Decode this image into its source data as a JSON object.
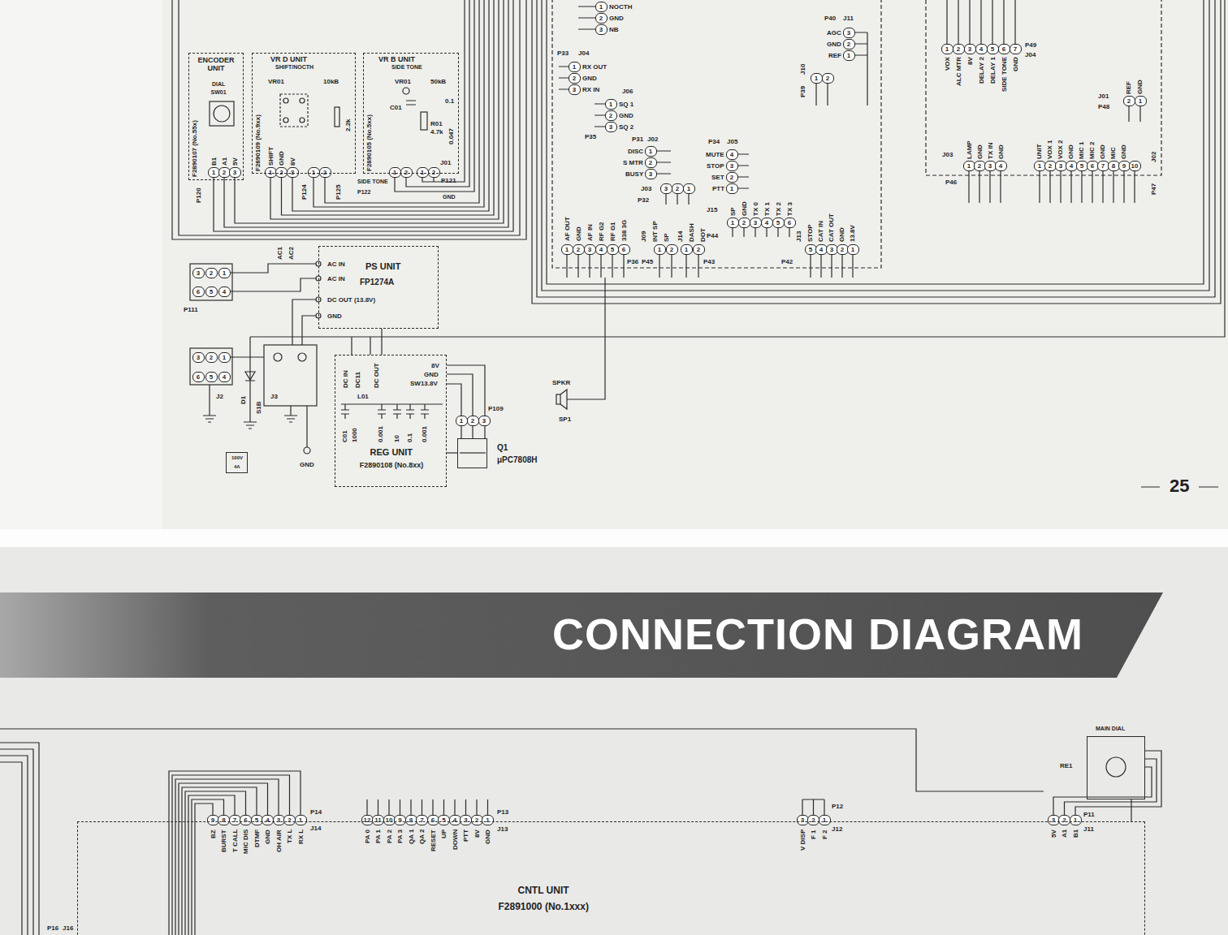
{
  "diagram": {
    "nodes": [
      {
        "text": [
          "ENCODER UNIT",
          "DIAL",
          "SW01",
          "F2890107 (No.55x)"
        ]
      },
      {
        "text": [
          "VR D UNIT",
          "SHIFT/NOCTH",
          "F2890109 (No.9xx)"
        ]
      },
      {
        "text": [
          "VR B UNIT",
          "SIDE TONE",
          "F2890105 (No.5xx)"
        ]
      },
      {
        "text": [
          "PS UNIT",
          "FP1274A",
          "AC IN",
          "AC IN",
          "DC OUT (13.8V)",
          "GND"
        ]
      },
      {
        "text": [
          "REG UNIT",
          "F2890108 (No.8xx)"
        ]
      },
      {
        "text": [
          "Q1",
          "μPC7808H"
        ]
      },
      {
        "text": [
          "100V",
          "4A"
        ]
      },
      {
        "text": [
          "CONNECTION DIAGRAM"
        ]
      },
      {
        "text": [
          "CNTL UNIT",
          "F2891000 (No.1xxx)"
        ]
      },
      {
        "text": [
          "MAIN DIAL"
        ]
      }
    ],
    "edges": [
      {
        "from": 3,
        "to": 4,
        "arrow": "none"
      },
      {
        "from": 5,
        "to": 4,
        "arrow": "none"
      },
      {
        "from": 9,
        "to": 8,
        "arrow": "none"
      }
    ],
    "labels": [
      "1",
      "2",
      "3",
      "NOCTH",
      "GND",
      "NB",
      "P33",
      "J04",
      "1",
      "2",
      "3",
      "RX OUT",
      "GND",
      "RX IN",
      "J06",
      "1",
      "2",
      "3",
      "SQ 1",
      "GND",
      "SQ 2",
      "P35",
      "P31",
      "J02",
      "1",
      "2",
      "3",
      "DISC",
      "S MTR",
      "BUSY",
      "J03",
      "P32",
      "3",
      "2",
      "1",
      "P34",
      "J05",
      "4",
      "3",
      "2",
      "1",
      "MUTE",
      "STOP",
      "SET",
      "PTT",
      "AF OUT",
      "GND",
      "AF IN",
      "RF G2",
      "RF G1",
      "338 3G",
      "1",
      "2",
      "3",
      "4",
      "5",
      "6",
      "P36",
      "J09",
      "INT SP",
      "SP",
      "1",
      "2",
      "P45",
      "J14",
      "DASH",
      "DOT",
      "1",
      "2",
      "P43",
      "J15",
      "P44",
      "SP",
      "GND",
      "TX 0",
      "TX 1",
      "TX 2",
      "TX 3",
      "1",
      "2",
      "3",
      "4",
      "5",
      "6",
      "J13",
      "STOP",
      "CAT IN",
      "CAT OUT",
      "GND",
      "13.8V",
      "5",
      "4",
      "3",
      "2",
      "1",
      "P42",
      "P40",
      "J11",
      "3",
      "2",
      "1",
      "AGC",
      "GND",
      "REF",
      "J10",
      "P39",
      "1",
      "2",
      "1",
      "2",
      "3",
      "4",
      "5",
      "6",
      "7",
      "P49",
      "J04",
      "VOX",
      "ALC MTR",
      "8V",
      "DELAY 2",
      "DELAY 1",
      "SIDE TONE",
      "GND",
      "REF",
      "GND",
      "J01",
      "P48",
      "2",
      "1",
      "LAMP",
      "GND",
      "TX IN",
      "GND",
      "J03",
      "P46",
      "1",
      "2",
      "3",
      "4",
      "UNIT",
      "VOX 1",
      "VOX 2",
      "GND",
      "MIC 1",
      "MIC 2",
      "GND",
      "MIC",
      "GND",
      "1",
      "2",
      "3",
      "4",
      "5",
      "6",
      "7",
      "8",
      "9",
      "10",
      "J02",
      "P47",
      "1",
      "2",
      "3",
      "B1",
      "A1",
      "5V",
      "P120",
      "VR01",
      "10kB",
      "2.2k",
      "1",
      "2",
      "3",
      "1",
      "2",
      "SHIFT",
      "GND",
      "8V",
      "P124",
      "P125",
      "VR01",
      "50kB",
      "C01",
      "R01",
      "4.7k",
      "0.1",
      "0.047",
      "1",
      "2",
      "1",
      "2",
      "J01",
      "P121",
      "SIDE TONE",
      "P122",
      "GND",
      "3",
      "2",
      "1",
      "6",
      "5",
      "4",
      "P111",
      "AC1",
      "AC2",
      "3",
      "2",
      "1",
      "6",
      "5",
      "4",
      "J2",
      "D1",
      "S1B",
      "J3",
      "GND",
      "DC IN",
      "DC11",
      "DC OUT",
      "8V",
      "GND",
      "SW13.8V",
      "L01",
      "C01",
      "1000",
      "0.001",
      "10",
      "0.1",
      "0.001",
      "1",
      "2",
      "3",
      "P109",
      "SPKR",
      "SP1",
      "25",
      "9",
      "8",
      "7",
      "6",
      "5",
      "4",
      "3",
      "2",
      "1",
      "P14",
      "J14",
      "BZ",
      "BURST",
      "T CALL",
      "MIC DIS",
      "DTMF",
      "GND",
      "OH AIR",
      "TX L",
      "RX L",
      "12",
      "11",
      "10",
      "9",
      "8",
      "7",
      "6",
      "5",
      "4",
      "3",
      "2",
      "1",
      "P13",
      "J13",
      "PA 0",
      "PA 1",
      "PA 2",
      "PA 3",
      "QA 1",
      "QA 2",
      "RESET",
      "UP",
      "DOWN",
      "PTT",
      "8V",
      "GND",
      "3",
      "2",
      "1",
      "P12",
      "J12",
      "V DISP",
      "F 1",
      "F 2",
      "3",
      "2",
      "1",
      "P11",
      "J11",
      "5V",
      "A1",
      "B1",
      "RE1",
      "P16",
      "J16"
    ]
  }
}
